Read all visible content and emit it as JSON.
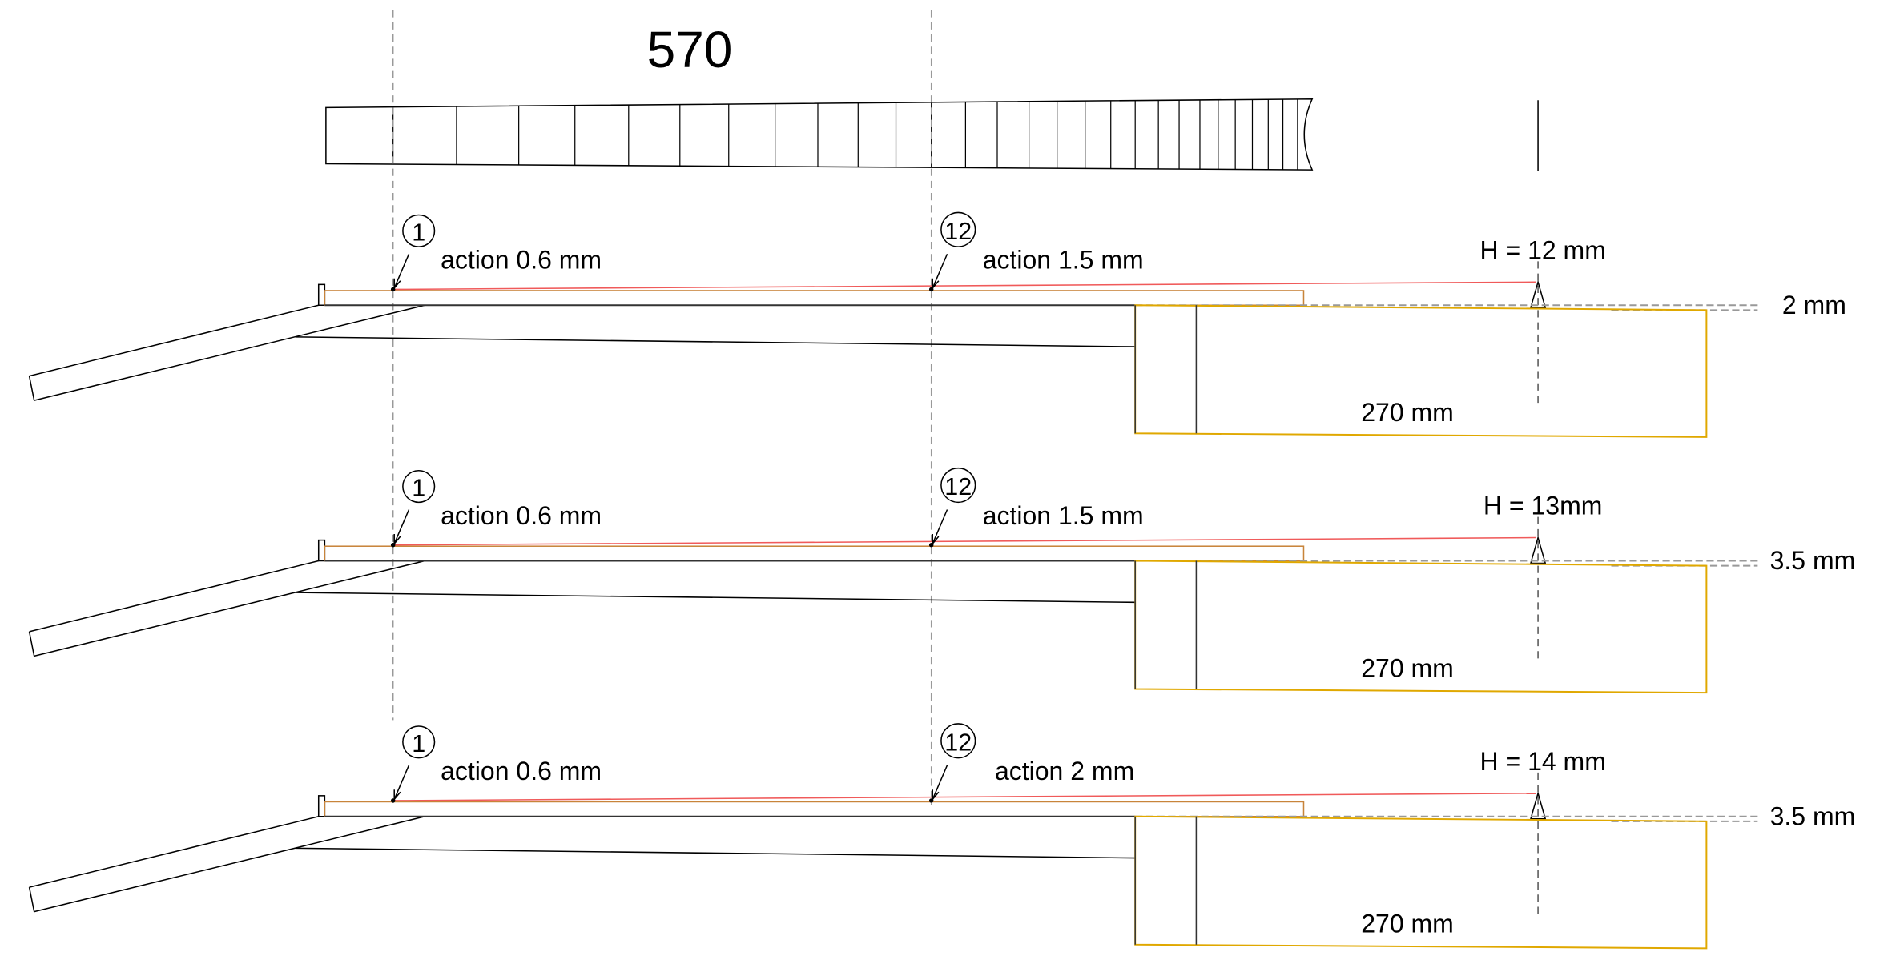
{
  "title": "570",
  "colors": {
    "string": "#c8843a",
    "action_line": "#f05a5a",
    "body": "#e0a800",
    "dash": "#999999",
    "ink": "#000000"
  },
  "sections": [
    {
      "fret1_number": "1",
      "fret1_action": "action 0.6 mm",
      "fret12_number": "12",
      "fret12_action": "action 1.5 mm",
      "bridge_height": "H = 12 mm",
      "gap": "2 mm",
      "body_length": "270 mm"
    },
    {
      "fret1_number": "1",
      "fret1_action": "action 0.6 mm",
      "fret12_number": "12",
      "fret12_action": "action 1.5 mm",
      "bridge_height": "H = 13mm",
      "gap": "3.5 mm",
      "body_length": "270 mm"
    },
    {
      "fret1_number": "1",
      "fret1_action": "action 0.6 mm",
      "fret12_number": "12",
      "fret12_action": "action 2 mm",
      "bridge_height": "H = 14 mm",
      "gap": "3.5 mm",
      "body_length": "270 mm"
    }
  ]
}
